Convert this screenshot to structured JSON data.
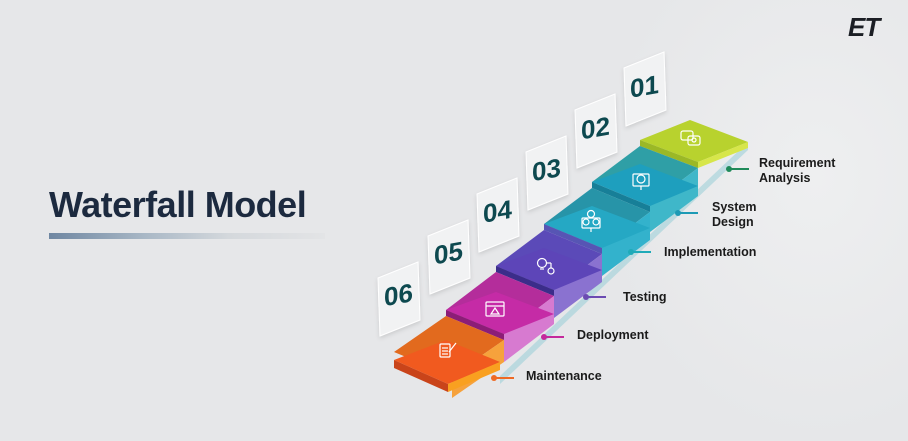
{
  "logo": "ET",
  "title": "Waterfall Model",
  "steps": [
    {
      "number": "01",
      "label": "Requirement Analysis",
      "label_line1": "Requirement",
      "label_line2": "Analysis",
      "icon": "chat-bubbles-icon",
      "color_top": "#b6d12c",
      "color_front": "#3ea8a2",
      "dot_color": "#1f8a5a"
    },
    {
      "number": "02",
      "label": "System Design",
      "label_line1": "System",
      "label_line2": "Design",
      "icon": "monitor-globe-icon",
      "color_top": "#1f9fbb",
      "color_front": "#2b8a9a",
      "dot_color": "#1d9ab5"
    },
    {
      "number": "03",
      "label": "Implementation",
      "label_line1": "Implementation",
      "label_line2": "",
      "icon": "gears-monitor-icon",
      "color_top": "#27a9c3",
      "color_front": "#5a58b8",
      "dot_color": "#1faab8"
    },
    {
      "number": "04",
      "label": "Testing",
      "label_line1": "Testing",
      "label_line2": "",
      "icon": "lightbulb-gear-icon",
      "color_top": "#5c45b8",
      "color_front": "#b22c9a",
      "dot_color": "#6b4bb2"
    },
    {
      "number": "05",
      "label": "Deployment",
      "label_line1": "Deployment",
      "label_line2": "",
      "icon": "browser-network-icon",
      "color_top": "#c32aa5",
      "color_front": "#e8681e",
      "dot_color": "#c42a9c"
    },
    {
      "number": "06",
      "label": "Maintenance",
      "label_line1": "Maintenance",
      "label_line2": "",
      "icon": "checklist-pen-icon",
      "color_top": "#f05a1e",
      "color_front": "#f28a1c",
      "dot_color": "#ef6a24"
    }
  ]
}
